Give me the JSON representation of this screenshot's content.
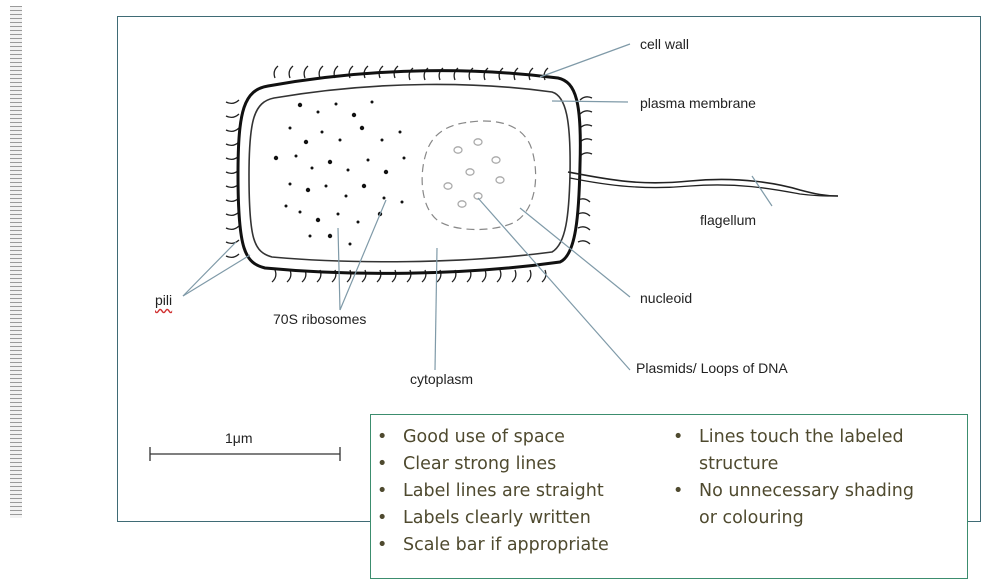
{
  "labels": {
    "cell_wall": "cell wall",
    "plasma_membrane": "plasma membrane",
    "flagellum": "flagellum",
    "pili": "pili",
    "ribosomes": "70S ribosomes",
    "cytoplasm": "cytoplasm",
    "nucleoid": "nucleoid",
    "plasmids": "Plasmids/ Loops of DNA",
    "scale": "1μm"
  },
  "checklist": {
    "left": [
      "Good use of space",
      "Clear strong lines",
      "Label lines are straight",
      "Labels clearly written",
      "Scale bar if appropriate"
    ],
    "right": [
      {
        "line1": "Lines touch the labeled",
        "line2": "structure"
      },
      {
        "line1": "No unnecessary shading",
        "line2": "or colouring"
      }
    ],
    "bullet": "•"
  },
  "colors": {
    "frame": "#3f6b75",
    "leader_line": "#7f9aa8",
    "checklist_border": "#3c8d6e",
    "checklist_text": "#4f4a2f"
  }
}
